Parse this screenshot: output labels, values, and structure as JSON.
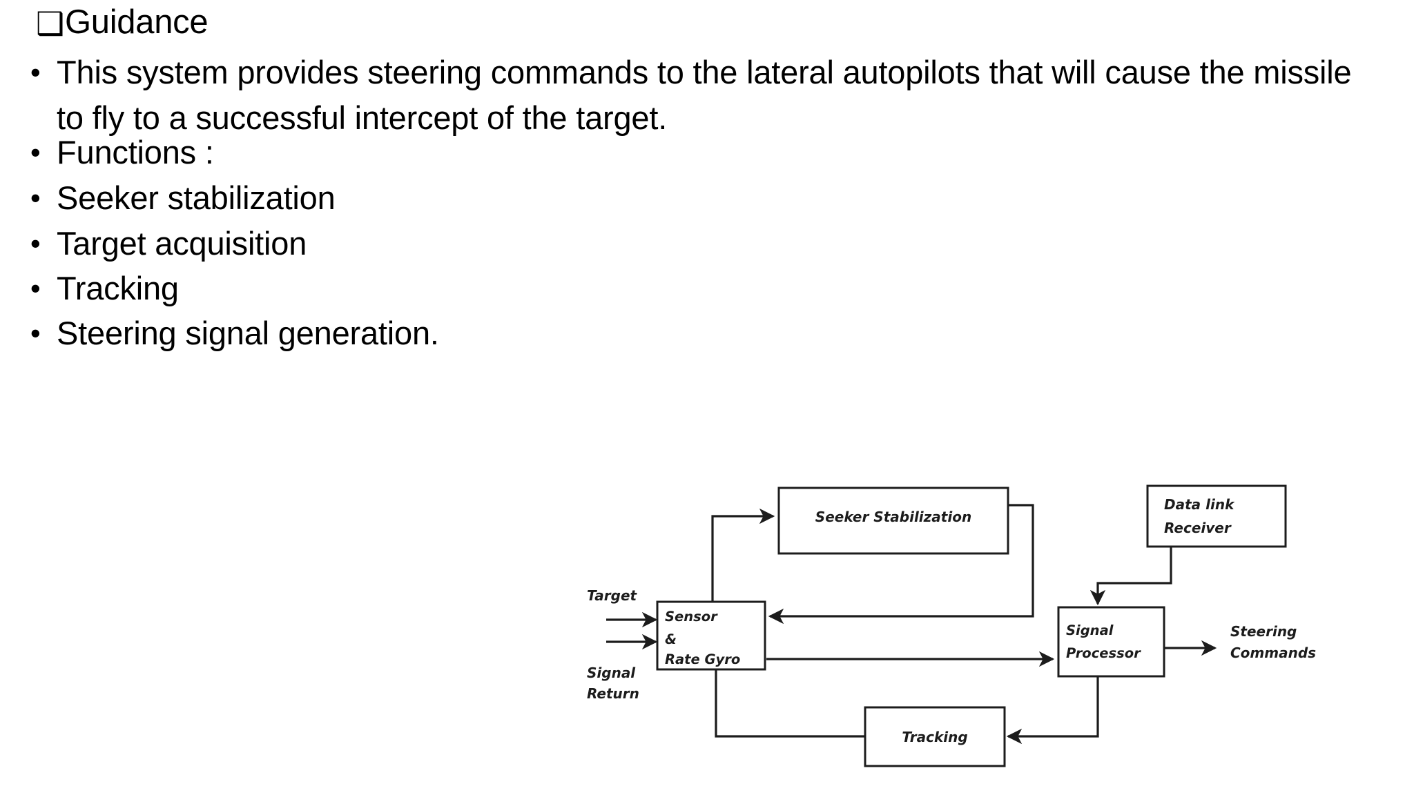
{
  "slide": {
    "heading": {
      "bullet_glyph": "❑",
      "glyph_name": "hollow-shadow-box-bullet",
      "text": "Guidance"
    },
    "bullet_char": "•",
    "bullets": [
      "This system provides steering commands to the lateral autopilots that will cause the missile to fly to a successful intercept of the target.",
      "Functions :",
      "Seeker stabilization",
      "Target acquisition",
      "Tracking",
      "Steering signal generation."
    ]
  },
  "diagram": {
    "title": "guidance-block-diagram",
    "boxes": [
      {
        "id": "seeker-stabilization",
        "label": "Seeker Stabilization"
      },
      {
        "id": "data-link-receiver",
        "label_line1": "Data link",
        "label_line2": "Receiver"
      },
      {
        "id": "sensor-rate-gyro",
        "label_line1": "Sensor",
        "label_line2": "&",
        "label_line3": "Rate Gyro"
      },
      {
        "id": "signal-processor",
        "label_line1": "Signal",
        "label_line2": "Processor"
      },
      {
        "id": "tracking",
        "label": "Tracking"
      }
    ],
    "io_labels": {
      "target": "Target",
      "signal_return_line1": "Signal",
      "signal_return_line2": "Return",
      "steering_line1": "Steering",
      "steering_line2": "Commands"
    },
    "colors": {
      "stroke": "#1c1c1c",
      "fill": "#ffffff"
    }
  }
}
